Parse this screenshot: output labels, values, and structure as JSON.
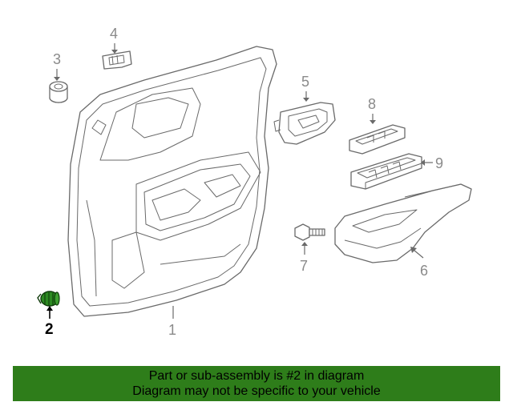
{
  "callouts": {
    "c1": "1",
    "c2": "2",
    "c3": "3",
    "c4": "4",
    "c5": "5",
    "c6": "6",
    "c7": "7",
    "c8": "8",
    "c9": "9"
  },
  "highlighted_part": "2",
  "colors": {
    "line": "#6a6a6a",
    "highlight_fill": "#2c8a22",
    "banner_bg": "#2e7d1a",
    "label_text": "#8a8a8a"
  },
  "banner": {
    "line1": "Part or sub-assembly is #2 in diagram",
    "line2": "Diagram may not be specific to your vehicle"
  }
}
